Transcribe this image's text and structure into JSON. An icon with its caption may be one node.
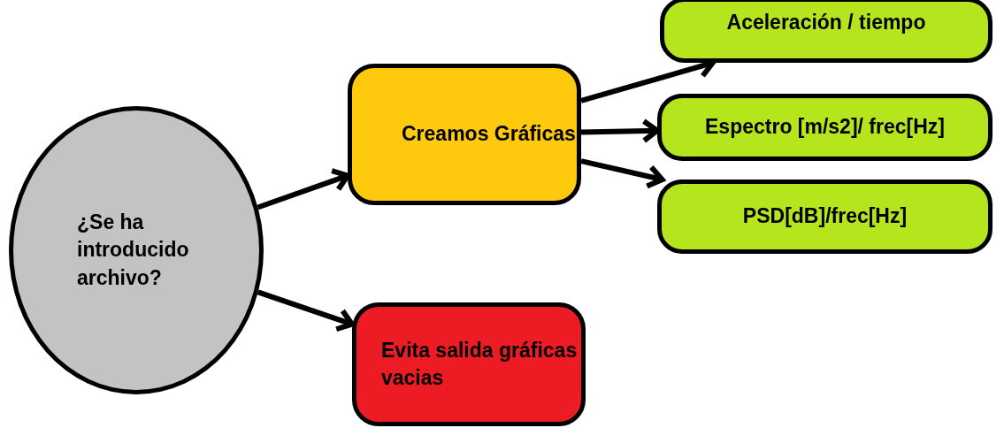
{
  "diagram": {
    "nodes": [
      {
        "text": [
          "¿Se ha introducido archivo?"
        ]
      },
      {
        "text": [
          "Creamos Gráficas"
        ]
      },
      {
        "text": [
          "Aceleración / tiempo"
        ]
      },
      {
        "text": [
          "Espectro [m/s2]/ frec[Hz]"
        ]
      },
      {
        "text": [
          "PSD[dB]/frec[Hz]"
        ]
      },
      {
        "text": [
          "Evita salida gráficas vacias"
        ]
      }
    ],
    "edges": [
      {
        "from": 0,
        "to": 1,
        "arrow": "to"
      },
      {
        "from": 0,
        "to": 5,
        "arrow": "to"
      },
      {
        "from": 1,
        "to": 2,
        "arrow": "to"
      },
      {
        "from": 1,
        "to": 3,
        "arrow": "to"
      },
      {
        "from": 1,
        "to": 4,
        "arrow": "to"
      }
    ]
  }
}
